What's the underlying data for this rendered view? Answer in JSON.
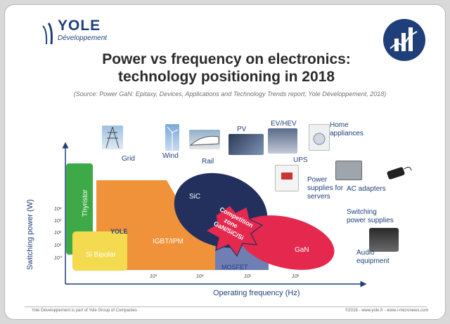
{
  "brand": {
    "name": "YOLE",
    "sub": "Développement"
  },
  "title": {
    "line1": "Power vs frequency on electronics:",
    "line2": "technology positioning in 2018"
  },
  "source": "(Source: Power GaN: Epitaxy, Devices, Applications and Technology Trends report, Yole Développement, 2018)",
  "axes": {
    "y_label": "Switching power (W)",
    "x_label": "Operating frequency (Hz)",
    "y_ticks": [
      "10⁴",
      "10³",
      "10²",
      "10¹",
      "10⁰"
    ],
    "x_ticks": [
      "10³",
      "10⁴",
      "10⁵",
      "10⁶"
    ]
  },
  "regions": {
    "thyristor": "Thyristor",
    "si_bipolar": "Si Bipolar",
    "igbt": "IGBT/IPM",
    "sic": "SiC",
    "gan": "GaN",
    "mosfet": "MOSFET",
    "competition": [
      "Competition",
      "zone",
      "GaN/SiC/Si"
    ],
    "watermark": "YOLE"
  },
  "applications": {
    "grid": "Grid",
    "wind": "Wind",
    "rail": "Rail",
    "pv": "PV",
    "ev": "EV/HEV",
    "ups": "UPS",
    "home": [
      "Home",
      "appliances"
    ],
    "servers": [
      "Power",
      "supplies for",
      "servers"
    ],
    "adapters": "AC adapters",
    "switching": [
      "Switching",
      "power supplies"
    ],
    "audio": [
      "Audio",
      "equipment"
    ]
  },
  "footer": {
    "left": "Yole Développement is part of Yole Group of Companies",
    "right": "©2018 - www.yole.fr - www.i-micronews.com"
  },
  "colors": {
    "thyristor": "#3daa47",
    "igbt": "#f0923a",
    "si_bipolar": "#f4da4f",
    "sic": "#23305e",
    "gan": "#e5284e",
    "mosfet": "#6f7fb4",
    "brand": "#1f3f7a"
  }
}
